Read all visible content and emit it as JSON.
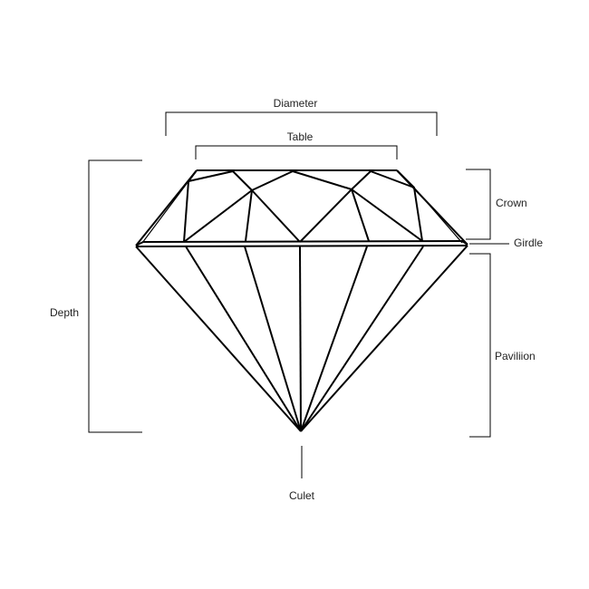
{
  "labels": {
    "diameter": "Diameter",
    "table": "Table",
    "crown": "Crown",
    "girdle": "Girdle",
    "pavilion": "Paviliion",
    "depth": "Depth",
    "culet": "Culet"
  },
  "colors": {
    "line": "#000000",
    "text": "#222222"
  }
}
